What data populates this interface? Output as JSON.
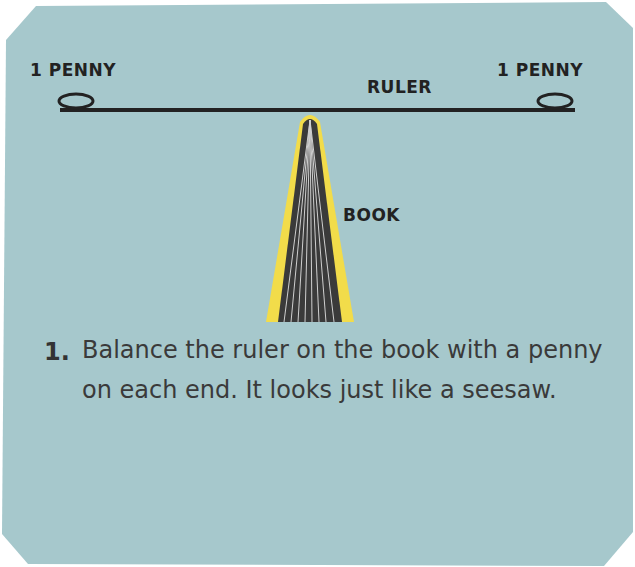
{
  "diagram": {
    "labels": [
      "1 PENNY",
      "RULER",
      "1 PENNY",
      "BOOK",
      "1.",
      "Balance the ruler on the book with a penny on each end. It looks just like a seesaw."
    ]
  }
}
